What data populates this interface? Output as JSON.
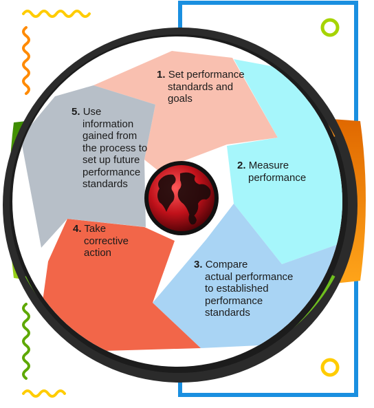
{
  "steps": [
    {
      "number": "1.",
      "lines": [
        "Set performance",
        "standards and",
        "goals"
      ],
      "color": "#f9c0b0"
    },
    {
      "number": "2.",
      "lines": [
        "Measure",
        "performance"
      ],
      "color": "#a6f6fb"
    },
    {
      "number": "3.",
      "lines": [
        "Compare",
        "actual performance",
        "to established",
        "performance",
        "standards"
      ],
      "color": "#a9d4f4"
    },
    {
      "number": "4.",
      "lines": [
        "Take",
        "corrective",
        "action"
      ],
      "color": "#f26649"
    },
    {
      "number": "5.",
      "lines": [
        "Use",
        "information",
        "gained from",
        "the process to",
        "set up future",
        "performance",
        "standards"
      ],
      "color": "#b7bfc8"
    }
  ],
  "colors": {
    "frame_blue": "#1a8fe0",
    "ring_dark": "#2b2b2b",
    "ring_orange": "#f08a1a",
    "ring_green": "#6fbf1f",
    "squiggle_orange": "#ff8a00",
    "squiggle_yellow": "#ffcc00",
    "squiggle_green": "#5ea800",
    "circle_lime": "#a6d400",
    "circle_yellow": "#ffcc00",
    "globe_red": "#c0111a"
  }
}
